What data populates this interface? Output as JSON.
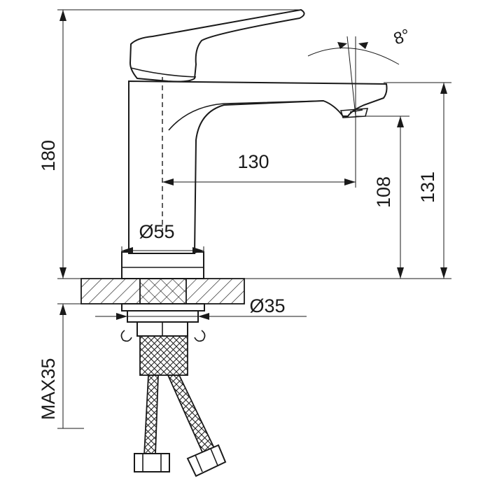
{
  "dimensions": {
    "total_height": "180",
    "spout_reach": "130",
    "spout_height": "108",
    "outlet_height": "131",
    "base_diameter": "Ø55",
    "thread_diameter": "Ø35",
    "max_deck": "MAX35",
    "swivel_angle": "8°"
  }
}
